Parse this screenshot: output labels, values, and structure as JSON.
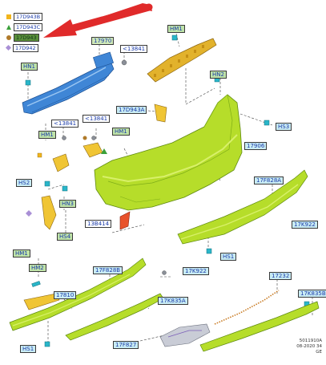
{
  "legend": [
    {
      "code": "17D943B",
      "symbol": "square",
      "color": "#f2b51c"
    },
    {
      "code": "17D943C",
      "symbol": "triangle",
      "color": "#3aa03a"
    },
    {
      "code": "17D943",
      "symbol": "circle",
      "color": "#b07a2a"
    },
    {
      "code": "17D942",
      "symbol": "diamond",
      "color": "#a98fd6"
    }
  ],
  "labels": {
    "l17970": "17970",
    "lHM1a": "HM1",
    "l13841a": "<13841",
    "lHN1a": "HN1",
    "lHN2": "HN2",
    "l17D943A": "17D943A",
    "lHS3": "HS3",
    "l13841b": "<13841",
    "l13841c": "<13841",
    "lHM1b": "HM1",
    "lHM1c": "HM1",
    "l17906": "17906",
    "lHS2": "HS2",
    "l17F828A": "17F828A",
    "lHN3": "HN3",
    "l13B414": "13B414",
    "lHS4": "HS4",
    "l17K922a": "17K922",
    "lHS1a": "HS1",
    "lHM1d": "HM1",
    "lHM2": "HM2",
    "l17F828B": "17F828B",
    "l17K922b": "17K922",
    "l17232": "17232",
    "l17810": "17810",
    "l17K835A": "17K835A",
    "l17K835B": "17K835B",
    "l17F827": "17F827",
    "lHS1b": "HS1"
  },
  "footer": {
    "line1": "5011910A",
    "line2": "08-2020 34",
    "line3": "GE"
  },
  "colors": {
    "bumper": "#b6dd2a",
    "beam": "#3f86d6",
    "bracket": "#e2b22c",
    "arrow": "#e02a2a",
    "clip": "#2ab6c9",
    "reflector": "#e8522a"
  }
}
